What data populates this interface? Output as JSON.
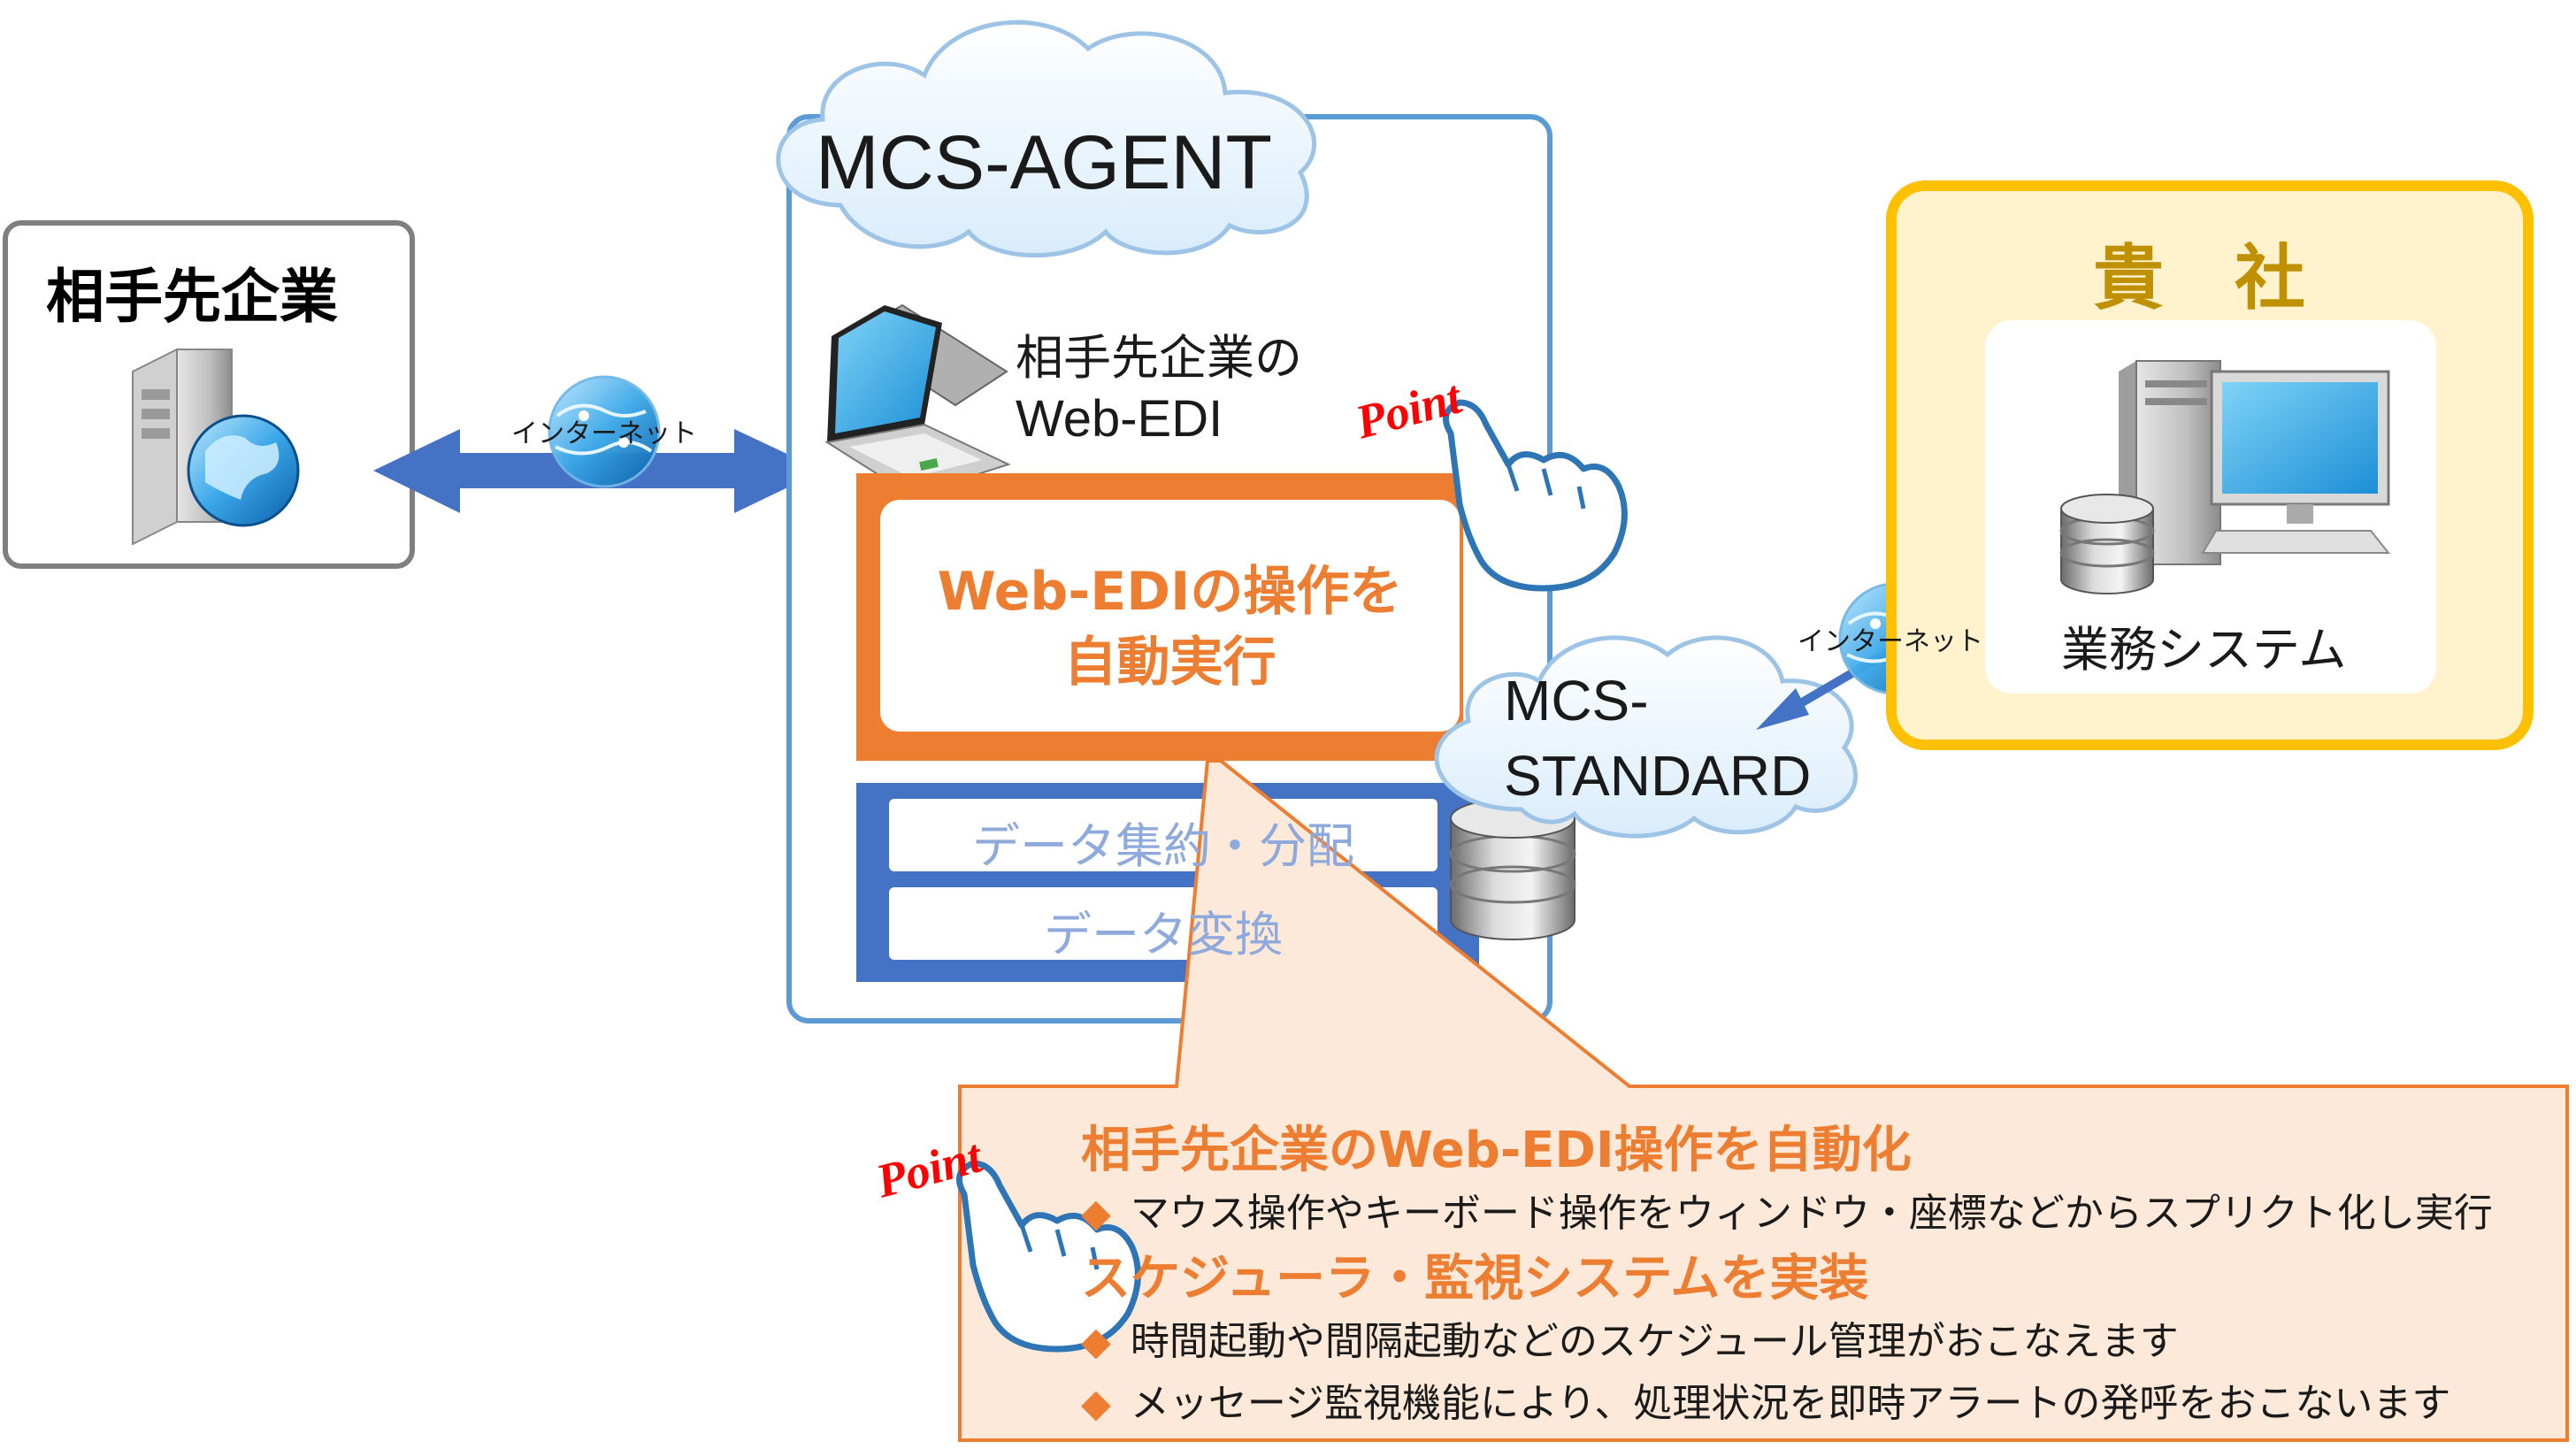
{
  "partner": {
    "title": "相手先企業"
  },
  "internet_left": {
    "label": "インターネット"
  },
  "internet_right": {
    "label": "インターネット"
  },
  "agent": {
    "title": "MCS-AGENT",
    "webedi_label_line1": "相手先企業の",
    "webedi_label_line2": "Web-EDI",
    "point_badge": "Point",
    "auto_exec_line1": "Web-EDIの操作を",
    "auto_exec_line2": "自動実行",
    "data_aggregation": "データ集約・分配",
    "data_conversion": "データ変換"
  },
  "standard": {
    "line1": "MCS-",
    "line2": "STANDARD"
  },
  "client": {
    "title": "貴　社",
    "system_label": "業務システム"
  },
  "points": {
    "badge": "Point",
    "heading1": "相手先企業のWeb-EDI操作を自動化",
    "bullet1": "マウス操作やキーボード操作をウィンドウ・座標などからスプリクト化し実行",
    "heading2": "スケジューラ・監視システムを実装",
    "bullet2": "時間起動や間隔起動などのスケジュール管理がおこなえます",
    "bullet3": "メッセージ監視機能により、処理状況を即時アラートの発呼をおこないます",
    "bullet_marker": "◆"
  },
  "colors": {
    "orange": "#ED7D31",
    "blue": "#4472C4",
    "light_blue": "#5B9BD5",
    "yellow": "#FFC000",
    "beige": "#FCE9D9",
    "gray": "#7F7F7F"
  }
}
